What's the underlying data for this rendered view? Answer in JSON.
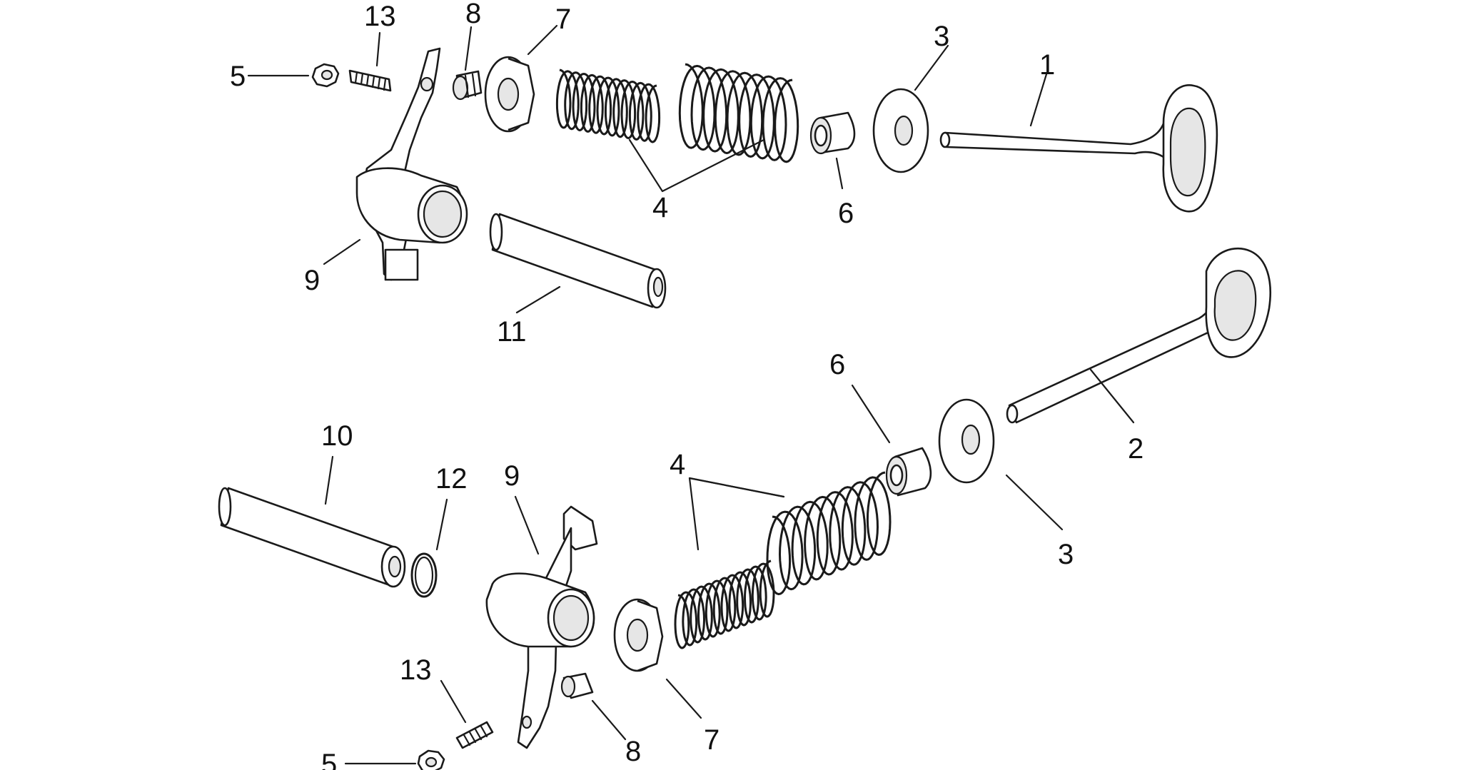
{
  "labels": {
    "valve_1": "1",
    "valve_2": "2",
    "washer_3": "3",
    "springs_4": "4",
    "nut_5": "5",
    "seal_6": "6",
    "cap_7": "7",
    "cotter_8": "8",
    "rocker_9": "9",
    "shaft_10": "10",
    "shaft_11": "11",
    "oring_12": "12",
    "screw_13": "13"
  }
}
